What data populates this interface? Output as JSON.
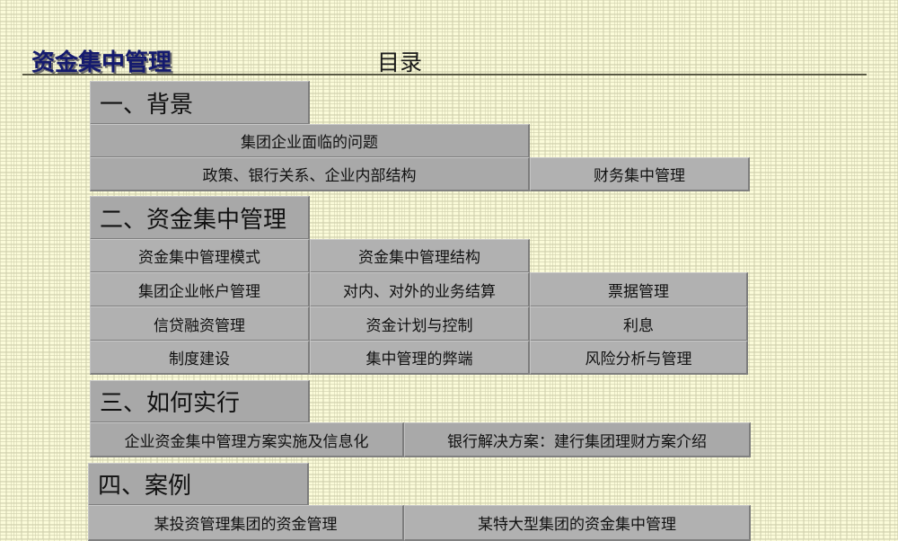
{
  "header": {
    "title": "资金集中管理",
    "toc_label": "目录"
  },
  "sections": [
    {
      "heading": "一、背景",
      "rows": [
        [
          "集团企业面临的问题"
        ],
        [
          "政策、银行关系、企业内部结构",
          "财务集中管理"
        ]
      ]
    },
    {
      "heading": "二、资金集中管理",
      "rows": [
        [
          "资金集中管理模式",
          "资金集中管理结构"
        ],
        [
          "集团企业帐户管理",
          "对内、对外的业务结算",
          "票据管理"
        ],
        [
          "信贷融资管理",
          "资金计划与控制",
          "利息"
        ],
        [
          "制度建设",
          "集中管理的弊端",
          "风险分析与管理"
        ]
      ]
    },
    {
      "heading": "三、如何实行",
      "rows": [
        [
          "企业资金集中管理方案实施及信息化",
          "银行解决方案：建行集团理财方案介绍"
        ]
      ]
    },
    {
      "heading": "四、案例",
      "rows": [
        [
          "某投资管理集团的资金管理",
          "某特大型集团的资金集中管理"
        ]
      ]
    }
  ],
  "colors": {
    "background": "#fbfbd9",
    "title": "#141a6e",
    "box": "#a9a9a9",
    "rule": "#595944"
  }
}
